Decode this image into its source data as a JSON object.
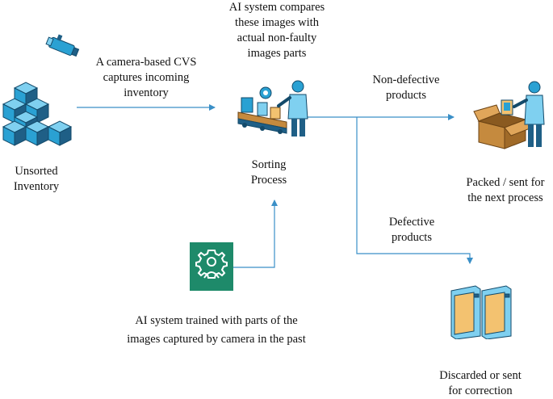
{
  "labels": {
    "unsorted_line1": "Unsorted",
    "unsorted_line2": "Inventory",
    "camera_line1": "A camera-based CVS",
    "camera_line2": "captures incoming",
    "camera_line3": "inventory",
    "compare_line1": "AI system compares",
    "compare_line2": "these images with",
    "compare_line3": "actual non-faulty",
    "compare_line4": "images parts",
    "sorting_line1": "Sorting",
    "sorting_line2": "Process",
    "nondefective_line1": "Non-defective",
    "nondefective_line2": "products",
    "packed_line1": "Packed / sent for",
    "packed_line2": "the next process",
    "defective_line1": "Defective",
    "defective_line2": "products",
    "discarded_line1": "Discarded or sent",
    "discarded_line2": "for correction",
    "trained_line1": "AI system trained with parts of the",
    "trained_line2": "images captured by camera in the past"
  },
  "icons": {
    "inventory": "boxes-stack-icon",
    "camera": "security-camera-icon",
    "sorting": "conveyor-worker-icon",
    "packing": "packing-box-worker-icon",
    "discard": "bins-icon",
    "ai": "ai-brain-gear-icon"
  },
  "colors": {
    "connector": "#3a8fc7",
    "box_blue": "#2aa1d3",
    "box_dark": "#1f5f86",
    "ai_green": "#1e8a6a",
    "cardboard": "#c58a3e",
    "bin_fill": "#f3c270"
  }
}
